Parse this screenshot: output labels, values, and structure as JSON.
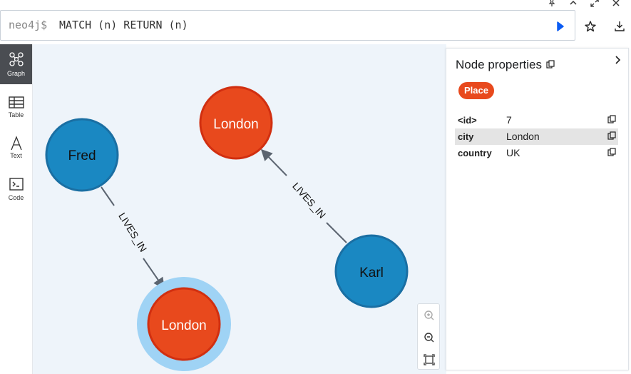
{
  "query": {
    "prompt": "neo4j$",
    "text": "MATCH (n) RETURN (n)"
  },
  "window_controls": [
    "pin-icon",
    "chevron-up-icon",
    "expand-icon",
    "close-icon"
  ],
  "sidebar": {
    "items": [
      {
        "label": "Graph",
        "icon": "graph-icon",
        "active": true
      },
      {
        "label": "Table",
        "icon": "table-icon",
        "active": false
      },
      {
        "label": "Text",
        "icon": "text-icon",
        "active": false
      },
      {
        "label": "Code",
        "icon": "code-icon",
        "active": false
      }
    ]
  },
  "graph": {
    "nodes": [
      {
        "label": "Fred",
        "type": "person",
        "selected": false
      },
      {
        "label": "London",
        "type": "place",
        "selected": false
      },
      {
        "label": "Karl",
        "type": "person",
        "selected": false
      },
      {
        "label": "London",
        "type": "place",
        "selected": true
      }
    ],
    "edges": [
      {
        "label": "LIVES_IN",
        "from": "Fred",
        "to": "London"
      },
      {
        "label": "LIVES_IN",
        "from": "Karl",
        "to": "London"
      }
    ],
    "colors": {
      "person_fill": "#1a88c2",
      "person_stroke": "#1a6fa3",
      "place_fill": "#e8491d",
      "place_stroke": "#d12f10",
      "selection_halo": "#9fd3f5",
      "edge": "#5b6470",
      "canvas_bg": "#eef4fa"
    }
  },
  "panel": {
    "title": "Node properties",
    "badge": "Place",
    "properties": [
      {
        "key": "<id>",
        "value": "7"
      },
      {
        "key": "city",
        "value": "London"
      },
      {
        "key": "country",
        "value": "UK"
      }
    ]
  }
}
